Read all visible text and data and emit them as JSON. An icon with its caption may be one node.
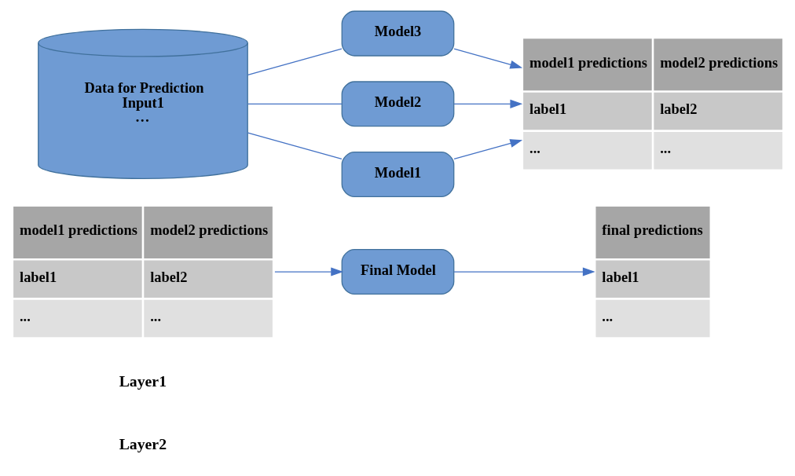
{
  "diagram": {
    "nodes": [
      {
        "text": [
          "Data for Prediction",
          "Input1",
          "…"
        ]
      },
      {
        "text": [
          "Model1"
        ]
      },
      {
        "text": [
          "Model2"
        ]
      },
      {
        "text": [
          "Model3"
        ]
      },
      {
        "text": [
          "model1 predictions",
          "model2 predictions",
          "label1",
          "label2",
          "...",
          "..."
        ]
      },
      {
        "text": [
          "model1 predictions",
          "model2 predictions",
          "label1",
          "label2",
          "...",
          "..."
        ]
      },
      {
        "text": [
          "Final Model"
        ]
      },
      {
        "text": [
          "final predictions",
          "label1",
          "..."
        ]
      }
    ],
    "edges": [
      {
        "from": 0,
        "to": 1,
        "arrow": "none"
      },
      {
        "from": 0,
        "to": 2,
        "arrow": "none"
      },
      {
        "from": 0,
        "to": 3,
        "arrow": "none"
      },
      {
        "from": 1,
        "to": 4,
        "arrow": "to"
      },
      {
        "from": 2,
        "to": 4,
        "arrow": "to"
      },
      {
        "from": 3,
        "to": 4,
        "arrow": "to"
      },
      {
        "from": 5,
        "to": 6,
        "arrow": "to"
      },
      {
        "from": 6,
        "to": 7,
        "arrow": "to"
      }
    ],
    "labels": [
      "Layer1",
      "Layer2"
    ]
  }
}
